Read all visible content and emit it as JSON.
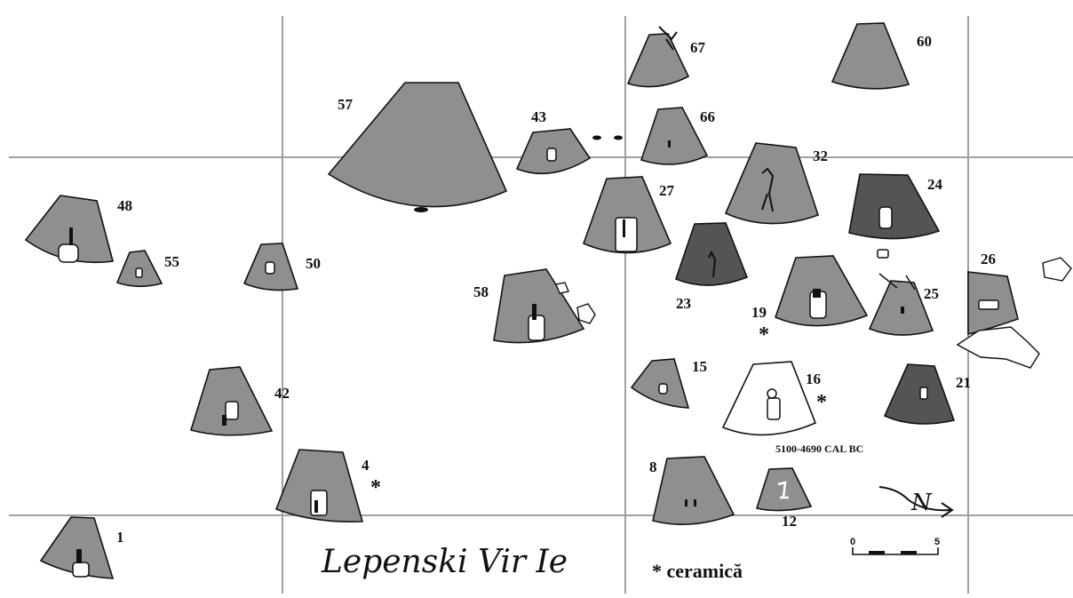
{
  "title": "Lepenski Vir Ie",
  "date_label": "5100-4690 CAL BC",
  "legend": {
    "symbol": "*",
    "text": "* ceramică"
  },
  "scale": {
    "start": "0",
    "end": "5"
  },
  "north_label": "N",
  "colors": {
    "house": "#8f8f8f",
    "dotted_house": "#545454",
    "open_house": "#ffffff",
    "grid": "#a0a0a0"
  },
  "houses": [
    {
      "id": "1",
      "label": "1",
      "style": "grey",
      "ceramic": false
    },
    {
      "id": "4",
      "label": "4",
      "style": "grey",
      "ceramic": true
    },
    {
      "id": "8",
      "label": "8",
      "style": "grey",
      "ceramic": false
    },
    {
      "id": "12",
      "label": "12",
      "style": "grey",
      "ceramic": false
    },
    {
      "id": "15",
      "label": "15",
      "style": "grey",
      "ceramic": false
    },
    {
      "id": "16",
      "label": "16",
      "style": "open",
      "ceramic": true
    },
    {
      "id": "19",
      "label": "19",
      "style": "grey",
      "ceramic": true
    },
    {
      "id": "21",
      "label": "21",
      "style": "dotted",
      "ceramic": false
    },
    {
      "id": "23",
      "label": "23",
      "style": "dotted",
      "ceramic": false
    },
    {
      "id": "24",
      "label": "24",
      "style": "dotted",
      "ceramic": false
    },
    {
      "id": "25",
      "label": "25",
      "style": "grey",
      "ceramic": false
    },
    {
      "id": "26",
      "label": "26",
      "style": "grey",
      "ceramic": false
    },
    {
      "id": "27",
      "label": "27",
      "style": "grey",
      "ceramic": false
    },
    {
      "id": "32",
      "label": "32",
      "style": "grey",
      "ceramic": false
    },
    {
      "id": "42",
      "label": "42",
      "style": "grey",
      "ceramic": false
    },
    {
      "id": "43",
      "label": "43",
      "style": "grey",
      "ceramic": false
    },
    {
      "id": "48",
      "label": "48",
      "style": "grey",
      "ceramic": false
    },
    {
      "id": "50",
      "label": "50",
      "style": "grey",
      "ceramic": false
    },
    {
      "id": "55",
      "label": "55",
      "style": "grey",
      "ceramic": false
    },
    {
      "id": "57",
      "label": "57",
      "style": "grey",
      "ceramic": false
    },
    {
      "id": "58",
      "label": "58",
      "style": "grey",
      "ceramic": false
    },
    {
      "id": "60",
      "label": "60",
      "style": "grey",
      "ceramic": false
    },
    {
      "id": "66",
      "label": "66",
      "style": "grey",
      "ceramic": false
    },
    {
      "id": "67",
      "label": "67",
      "style": "grey",
      "ceramic": false
    }
  ]
}
